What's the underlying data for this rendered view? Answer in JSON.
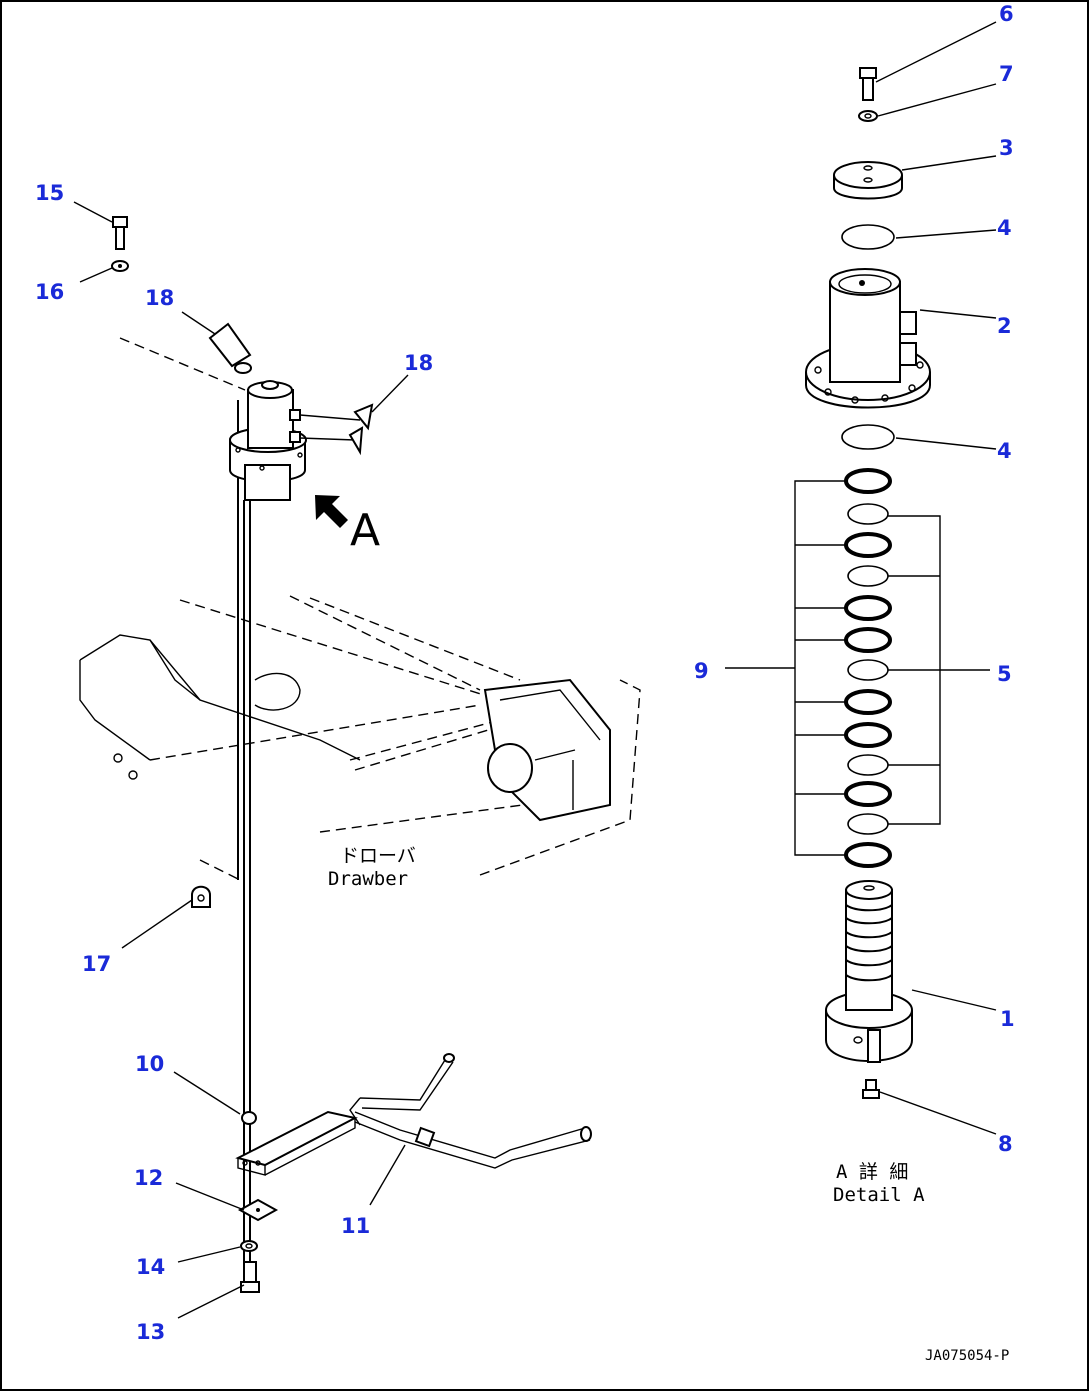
{
  "callouts": {
    "c1": "1",
    "c2": "2",
    "c3": "3",
    "c4a": "4",
    "c4b": "4",
    "c5": "5",
    "c6": "6",
    "c7": "7",
    "c8": "8",
    "c9": "9",
    "c10": "10",
    "c11": "11",
    "c12": "12",
    "c13": "13",
    "c14": "14",
    "c15": "15",
    "c16": "16",
    "c17": "17",
    "c18a": "18",
    "c18b": "18"
  },
  "labels": {
    "view_arrow": "A",
    "drawbar_jp": "ドローバ",
    "drawbar_en": "Drawber",
    "detail_jp": "A 詳 細",
    "detail_en": "Detail A",
    "drawing_code": "JA075054-P"
  },
  "colors": {
    "callout": "#1a2ad8",
    "line": "#000000",
    "background": "#ffffff"
  }
}
